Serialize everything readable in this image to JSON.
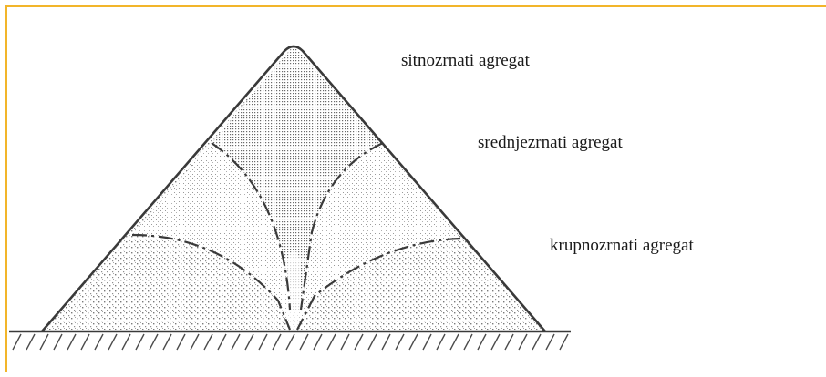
{
  "labels": {
    "fine": "sitnozrnati agregat",
    "medium": "srednjezrnati agregat",
    "coarse": "krupnozrnati agregat"
  },
  "colors": {
    "frame": "#f2b52a",
    "ink": "#3a3a3a",
    "background": "#ffffff"
  }
}
